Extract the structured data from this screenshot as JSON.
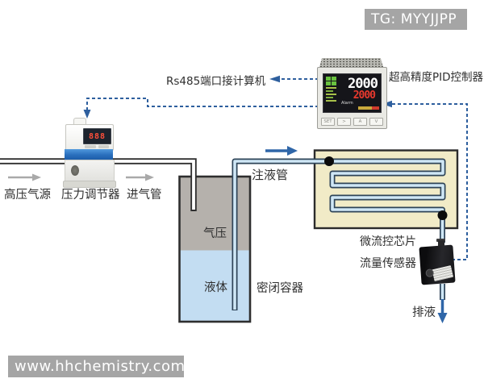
{
  "header": {
    "tag_label": "TG: MYYJJPP"
  },
  "footer": {
    "website": "www.hhchemistry.com"
  },
  "labels": {
    "rs485_link": "Rs485端口接计算机",
    "pid_controller": "超高精度PID控制器",
    "high_pressure_gas_source": "高压气源",
    "pressure_regulator": "压力调节器",
    "gas_inlet_pipe": "进气管",
    "liquid_injection_pipe": "注液管",
    "gas_pressure": "气压",
    "liquid": "液体",
    "sealed_container": "密闭容器",
    "microfluidic_chip": "微流控芯片",
    "flow_sensor": "流量传感器",
    "drain": "排液"
  },
  "pid_display": {
    "pv_value": "2000",
    "sv_value": "2000",
    "status_line": "Alarm",
    "buttons": [
      "SET",
      ">",
      "A",
      "V"
    ]
  },
  "regulator_display": {
    "value": "888"
  },
  "colors": {
    "dashed_signal_line": "#2e5f9e",
    "blue_flow_arrow": "#2f66a8",
    "gray_flow_arrow": "#a9a9a9",
    "chip_fill": "#f1ebc7",
    "gas_fill": "#b5b1ac",
    "liquid_fill": "#c3ddf2",
    "channel_fill": "#cfe7f6",
    "watermark_bg": "#a5a5a5"
  }
}
